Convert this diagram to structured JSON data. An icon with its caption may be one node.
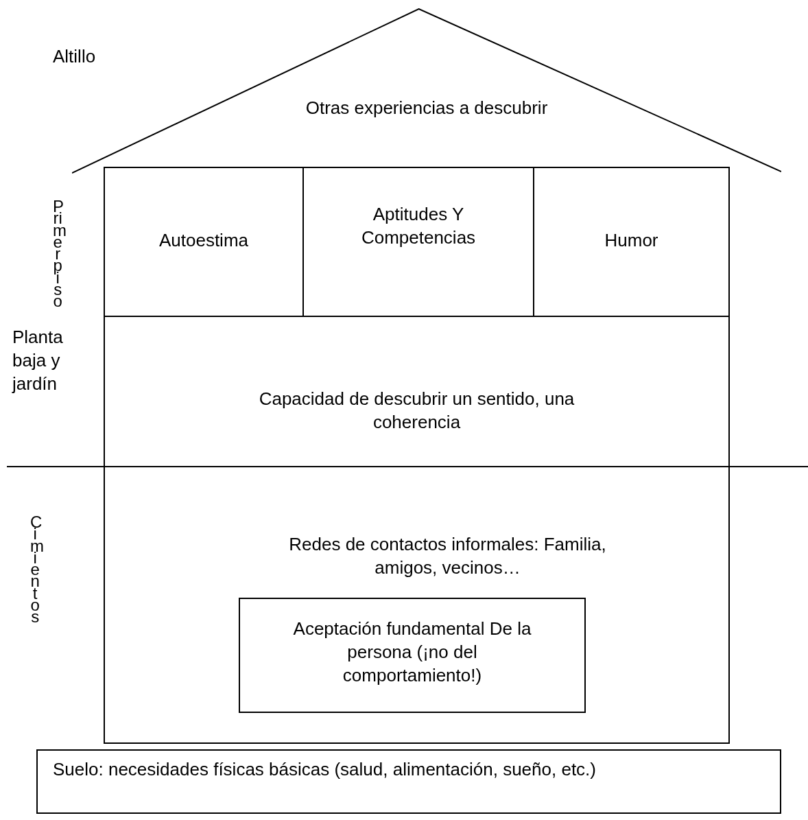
{
  "diagram": {
    "nodes": [
      {
        "text": [
          "Otras experiencias a descubrir"
        ]
      },
      {
        "text": [
          "Autoestima"
        ]
      },
      {
        "text": [
          "Aptitudes Y Competencias"
        ]
      },
      {
        "text": [
          "Humor"
        ]
      },
      {
        "text": [
          "Capacidad de descubrir un sentido, una coherencia"
        ]
      },
      {
        "text": [
          "Redes de contactos informales: Familia, amigos, vecinos…"
        ]
      },
      {
        "text": [
          "Aceptación fundamental De la persona (¡no del comportamiento!)"
        ],
        "in": 5
      },
      {
        "text": [
          "Suelo: necesidades físicas básicas (salud, alimentación, sueño, etc.)"
        ]
      }
    ],
    "edges": [],
    "labels": [
      "Altillo",
      "Primer piso",
      "Planta baja y jardín",
      "Cimientos"
    ]
  }
}
